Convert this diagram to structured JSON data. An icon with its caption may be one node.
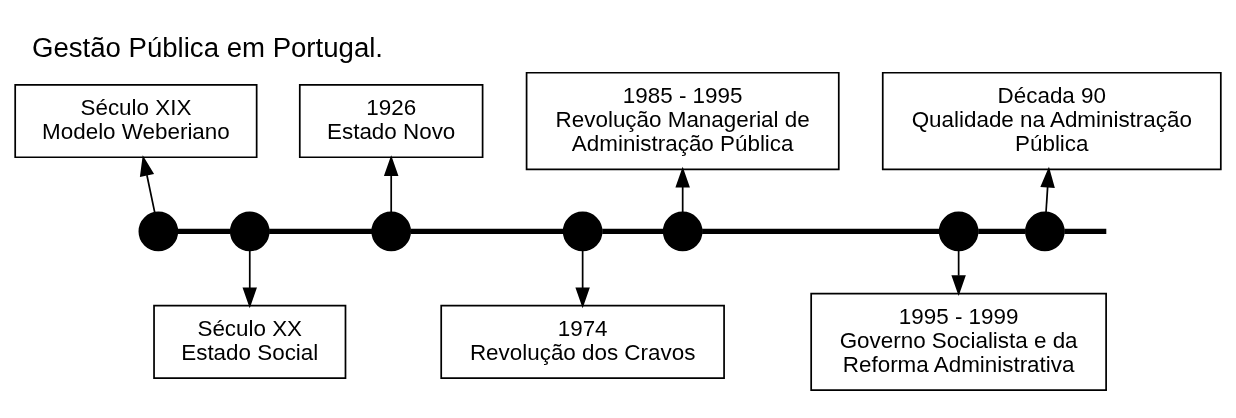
{
  "diagram": {
    "title": "Gestão Pública em Portugal.",
    "nodes": [
      {
        "text": [],
        "shape": "circle"
      },
      {
        "text": [],
        "shape": "circle"
      },
      {
        "text": [],
        "shape": "circle"
      },
      {
        "text": [],
        "shape": "circle"
      },
      {
        "text": [],
        "shape": "circle"
      },
      {
        "text": [],
        "shape": "circle"
      },
      {
        "text": [],
        "shape": "circle"
      },
      {
        "text": [
          "Século XIX",
          "Modelo Weberiano"
        ]
      },
      {
        "text": [
          "Século XX",
          "Estado Social"
        ]
      },
      {
        "text": [
          "1926",
          "Estado Novo"
        ]
      },
      {
        "text": [
          "1974",
          "Revolução dos Cravos"
        ]
      },
      {
        "text": [
          "1985 - 1995",
          "Revolução Managerial de Administração Pública"
        ]
      },
      {
        "text": [
          "1995 - 1999",
          "Governo Socialista e da Reforma Administrativa"
        ]
      },
      {
        "text": [
          "Década 90",
          "Qualidade na Administração Pública"
        ]
      }
    ],
    "edges": [
      {
        "from": 0,
        "to": 1,
        "arrow": "none",
        "style": "thick"
      },
      {
        "from": 1,
        "to": 2,
        "arrow": "none",
        "style": "thick"
      },
      {
        "from": 2,
        "to": 3,
        "arrow": "none",
        "style": "thick"
      },
      {
        "from": 3,
        "to": 4,
        "arrow": "none",
        "style": "thick"
      },
      {
        "from": 4,
        "to": 5,
        "arrow": "none",
        "style": "thick"
      },
      {
        "from": 5,
        "to": 6,
        "arrow": "none",
        "style": "thick"
      },
      {
        "from": 6,
        "to": null,
        "arrow": "none",
        "style": "thick"
      },
      {
        "from": 0,
        "to": 7,
        "arrow": "to"
      },
      {
        "from": 1,
        "to": 8,
        "arrow": "to"
      },
      {
        "from": 2,
        "to": 9,
        "arrow": "to"
      },
      {
        "from": 3,
        "to": 10,
        "arrow": "to"
      },
      {
        "from": 4,
        "to": 11,
        "arrow": "to"
      },
      {
        "from": 5,
        "to": 12,
        "arrow": "to"
      },
      {
        "from": 6,
        "to": 13,
        "arrow": "to"
      }
    ]
  }
}
